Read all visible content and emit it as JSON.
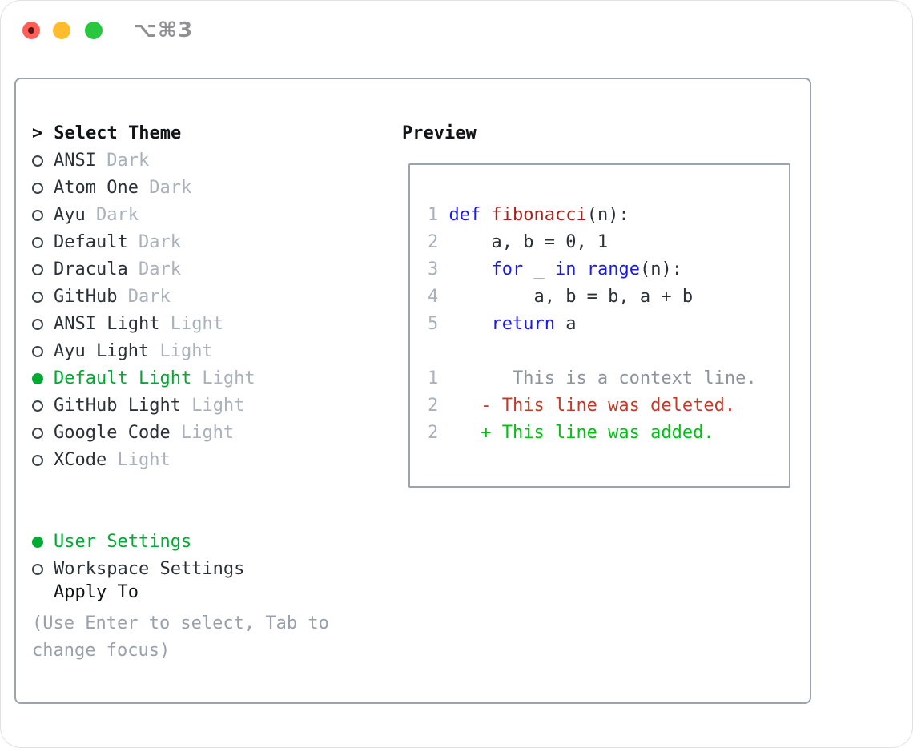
{
  "window": {
    "title": "⌥⌘3",
    "traffic_lights": [
      "close",
      "minimize",
      "zoom"
    ]
  },
  "picker": {
    "prompt": ">",
    "title": "Select Theme",
    "themes": [
      {
        "name": "ANSI",
        "variant": "Dark",
        "selected": false
      },
      {
        "name": "Atom One",
        "variant": "Dark",
        "selected": false
      },
      {
        "name": "Ayu",
        "variant": "Dark",
        "selected": false
      },
      {
        "name": "Default",
        "variant": "Dark",
        "selected": false
      },
      {
        "name": "Dracula",
        "variant": "Dark",
        "selected": false
      },
      {
        "name": "GitHub",
        "variant": "Dark",
        "selected": false
      },
      {
        "name": "ANSI Light",
        "variant": "Light",
        "selected": false
      },
      {
        "name": "Ayu Light",
        "variant": "Light",
        "selected": false
      },
      {
        "name": "Default Light",
        "variant": "Light",
        "selected": true
      },
      {
        "name": "GitHub Light",
        "variant": "Light",
        "selected": false
      },
      {
        "name": "Google Code",
        "variant": "Light",
        "selected": false
      },
      {
        "name": "XCode",
        "variant": "Light",
        "selected": false
      }
    ],
    "apply_to": {
      "title": "Apply To",
      "options": [
        {
          "label": "User Settings",
          "selected": true
        },
        {
          "label": "Workspace Settings",
          "selected": false
        }
      ]
    },
    "help_text": "(Use Enter to select, Tab to change focus)"
  },
  "preview": {
    "title": "Preview",
    "lines": [
      {
        "num": "1",
        "tokens": [
          [
            "def",
            "keyword"
          ],
          [
            " ",
            "plain"
          ],
          [
            "fibonacci",
            "function"
          ],
          [
            "(n):",
            "plain"
          ]
        ]
      },
      {
        "num": "2",
        "tokens": [
          [
            "    a, b = 0, 1",
            "plain"
          ]
        ]
      },
      {
        "num": "3",
        "tokens": [
          [
            "    ",
            "plain"
          ],
          [
            "for",
            "keyword"
          ],
          [
            " _ ",
            "plain"
          ],
          [
            "in",
            "keyword"
          ],
          [
            " ",
            "plain"
          ],
          [
            "range",
            "keyword"
          ],
          [
            "(n):",
            "plain"
          ]
        ]
      },
      {
        "num": "4",
        "tokens": [
          [
            "        a, b = b, a + b",
            "plain"
          ]
        ]
      },
      {
        "num": "5",
        "tokens": [
          [
            "    ",
            "plain"
          ],
          [
            "return",
            "keyword"
          ],
          [
            " a",
            "plain"
          ]
        ]
      },
      {
        "num": "",
        "tokens": []
      },
      {
        "num": "1",
        "tokens": [
          [
            "      This is a context line.",
            "context"
          ]
        ]
      },
      {
        "num": "2",
        "tokens": [
          [
            "   - This line was deleted.",
            "deleted"
          ]
        ]
      },
      {
        "num": "2",
        "tokens": [
          [
            "   + This line was added.",
            "added"
          ]
        ]
      }
    ]
  },
  "colors": {
    "accent_green": "#00ab33",
    "added_green": "#00c214",
    "deleted_red": "#c43a28",
    "keyword_blue": "#1a1aef",
    "function_red": "#a8231d",
    "context_gray": "#8d949c",
    "line_number_gray": "#a9b1bc",
    "variant_gray": "#a9b1bc",
    "help_gray": "#98a1ab",
    "text_dark": "#2b3138",
    "text_black": "#111417",
    "radio_outline": "#3c434b",
    "panel_border": "#9ba3af",
    "title_gray": "#919195",
    "traffic_red": "#ff5f57",
    "traffic_red_dot": "#5f1212",
    "traffic_yellow": "#febc2e",
    "traffic_green": "#29c73f"
  }
}
